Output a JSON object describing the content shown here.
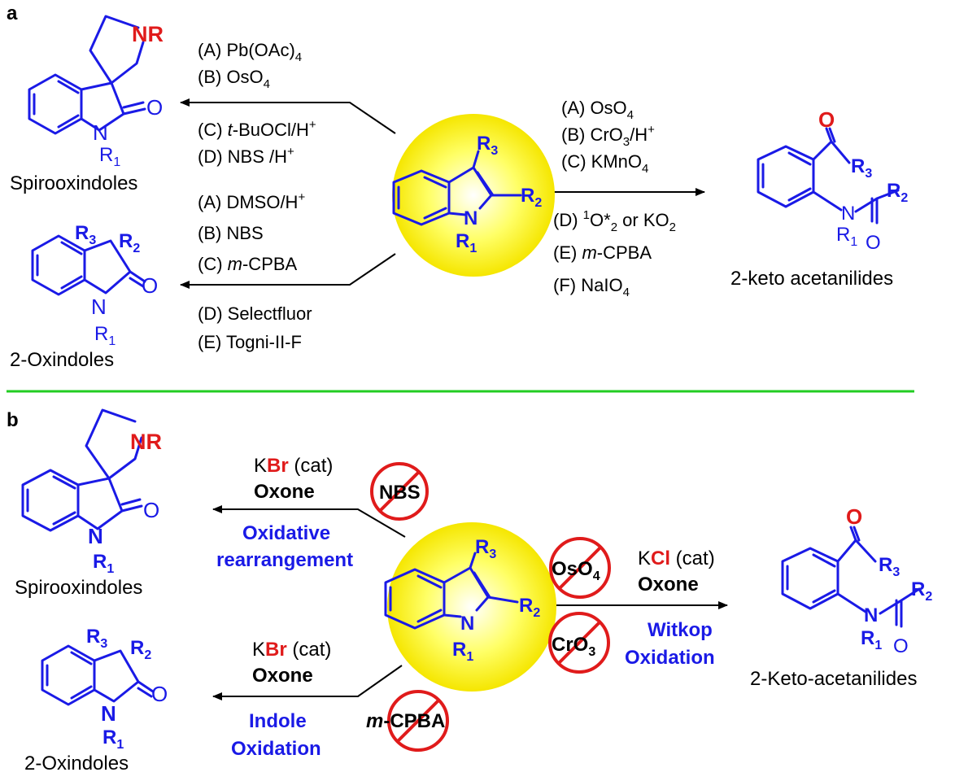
{
  "panel_a": {
    "label": "a",
    "left_top_conditions": [
      "(A) Pb(OAc)",
      "4",
      "(B) OsO",
      "4",
      "(C) ",
      "t",
      "-BuOCl/H",
      "+",
      "(D) NBS /H",
      "+"
    ],
    "left_bottom_conditions": [
      "(A) DMSO/H",
      "+",
      "(B) NBS",
      "(C) ",
      "m",
      "-CPBA",
      "(D) Selectfluor",
      "(E) Togni-II-F"
    ],
    "right_conditions": [
      "(A) OsO",
      "4",
      "(B) CrO",
      "3",
      "/H",
      "+",
      "(C) KMnO",
      "4",
      "(D) ",
      "1",
      "O*",
      "2",
      " or KO",
      "2",
      "(E) ",
      "m",
      "-CPBA",
      "(F) NaIO",
      "4"
    ],
    "product_spiro": "Spirooxindoles",
    "product_oxindole": "2-Oxindoles",
    "product_keto": "2-keto acetanilides"
  },
  "panel_b": {
    "label": "b",
    "top_left": {
      "reagent": [
        "K",
        "Br",
        " (cat)"
      ],
      "oxidant": "Oxone",
      "crossed": "NBS",
      "caption": [
        "Oxidative",
        "rearrangement"
      ]
    },
    "bottom_left": {
      "reagent": [
        "K",
        "Br",
        " (cat)"
      ],
      "oxidant": "Oxone",
      "crossed": [
        "m",
        "-CPBA"
      ],
      "caption": [
        "Indole",
        "Oxidation"
      ]
    },
    "right": {
      "reagent": [
        "K",
        "Cl",
        " (cat)"
      ],
      "oxidant": "Oxone",
      "crossed_1": [
        "OsO",
        "4"
      ],
      "crossed_2": [
        "CrO",
        "3"
      ],
      "caption": [
        "Witkop",
        "Oxidation"
      ]
    },
    "product_spiro": "Spirooxindoles",
    "product_oxindole": "2-Oxindoles",
    "product_keto": "2-Keto-acetanilides"
  },
  "atoms": {
    "O": "O",
    "N": "N",
    "NR_N": "N",
    "NR_R": "R",
    "R": "R",
    "sub1": "1",
    "sub2": "2",
    "sub3": "3"
  },
  "colors": {
    "structure": "#1a1ae6",
    "heteroatom": "#e01b1b",
    "divider": "#22cc22",
    "highlight": "#ffff33"
  }
}
